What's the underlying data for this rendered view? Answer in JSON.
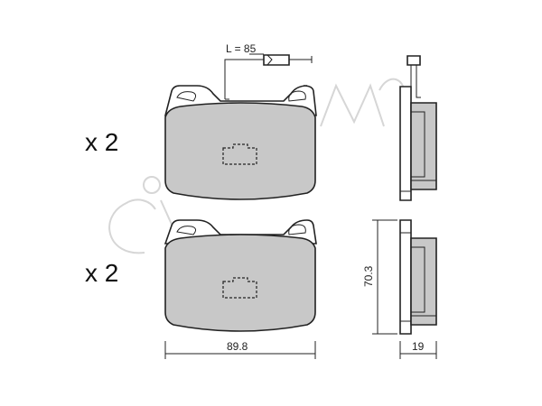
{
  "labels": {
    "quantity_top": "x 2",
    "quantity_bottom": "x 2",
    "sensor_length": "L = 85",
    "width": "89.8",
    "height": "70.3",
    "thickness": "19"
  },
  "colors": {
    "pad_fill": "#c8c8c8",
    "backing_fill": "#ffffff",
    "line": "#222222",
    "watermark": "#d6d6d6"
  }
}
